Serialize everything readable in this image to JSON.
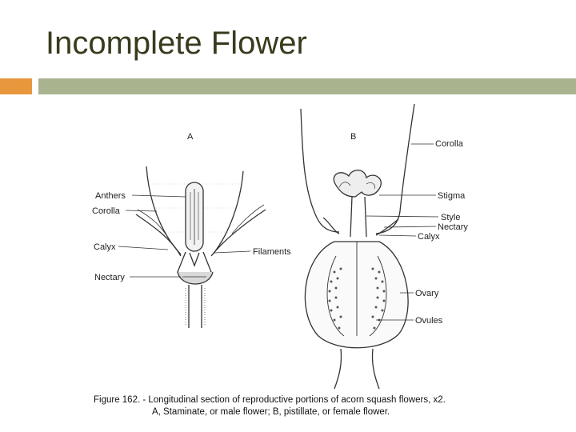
{
  "slide": {
    "title": "Incomplete Flower"
  },
  "figure": {
    "panel_a": "A",
    "panel_b": "B",
    "labels_a": {
      "anthers": "Anthers",
      "corolla": "Corolla",
      "calyx": "Calyx",
      "nectary": "Nectary",
      "filaments": "Filaments"
    },
    "labels_b": {
      "corolla": "Corolla",
      "stigma": "Stigma",
      "style": "Style",
      "nectary": "Nectary",
      "calyx": "Calyx",
      "ovary": "Ovary",
      "ovules": "Ovules"
    },
    "caption_line1": "Figure 162. - Longitudinal section of reproductive portions of acorn squash flowers, x2.",
    "caption_line2": "A, Staminate, or male flower; B, pistillate, or female flower."
  },
  "colors": {
    "title": "#3a3a1e",
    "accent_orange": "#e8973d",
    "accent_green": "#a9b48f"
  }
}
